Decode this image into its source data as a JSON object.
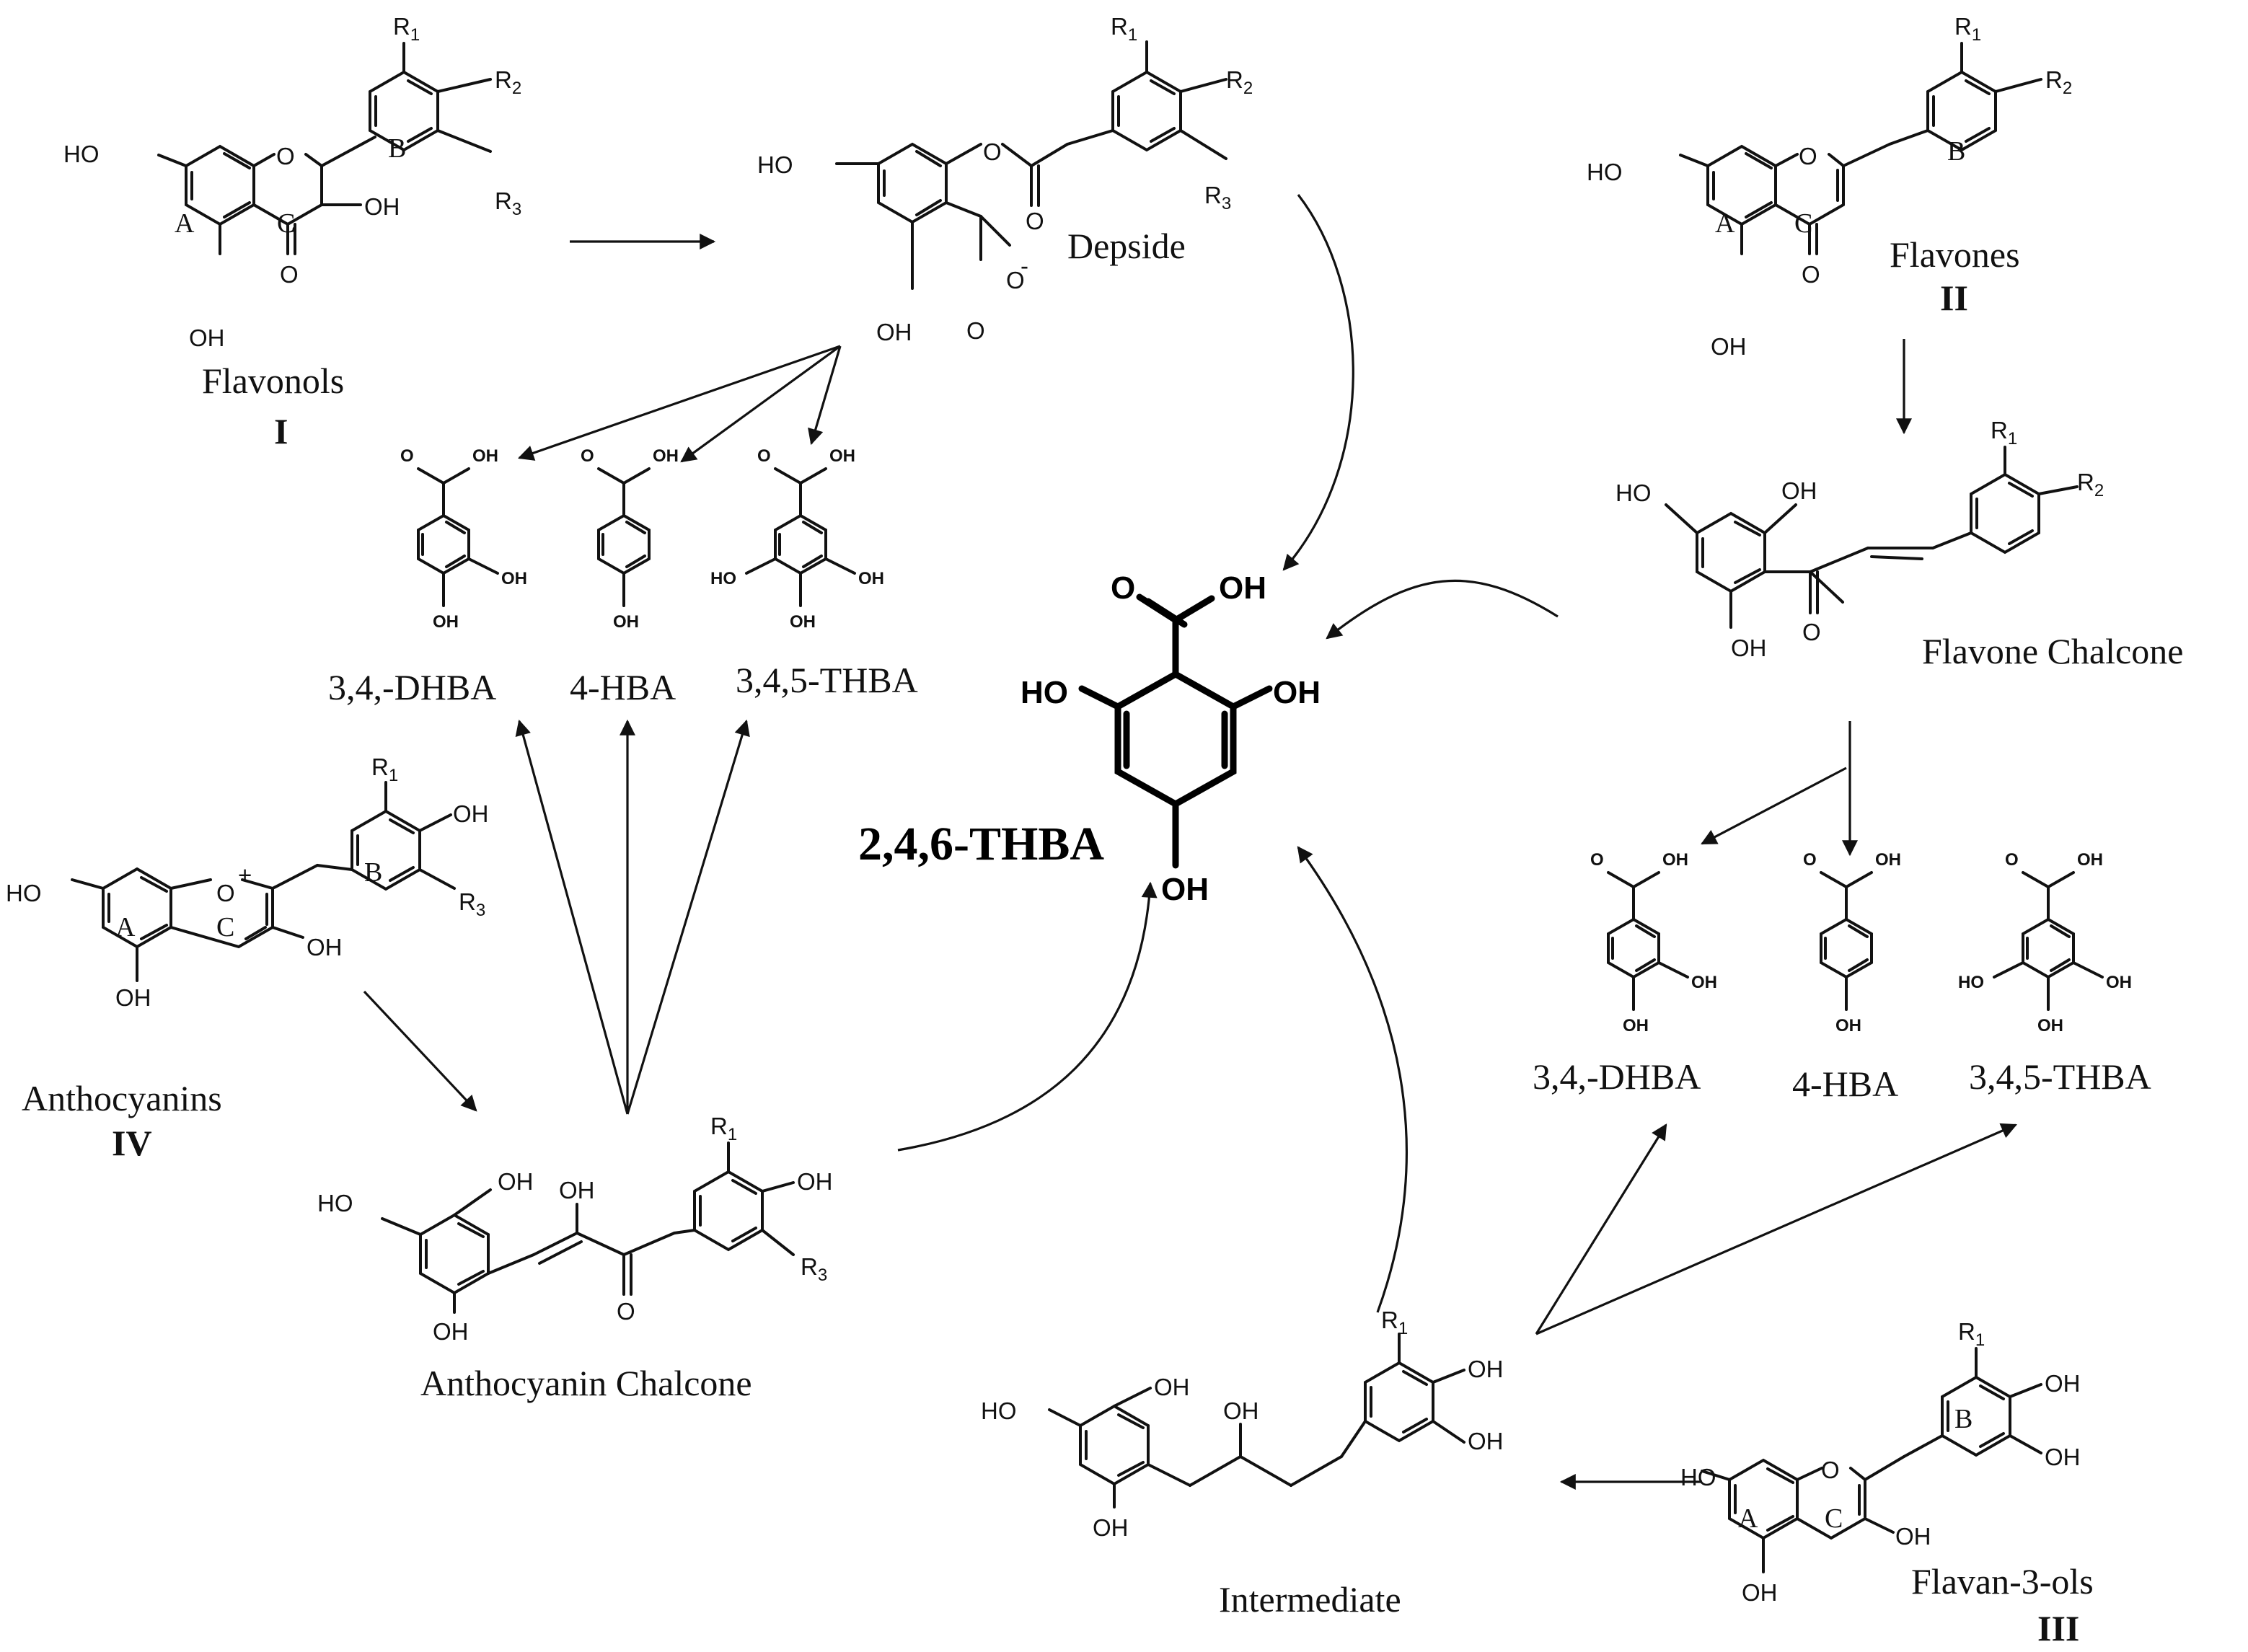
{
  "compounds": {
    "flavonols": {
      "name": "Flavonols",
      "roman": "I"
    },
    "flavones": {
      "name": "Flavones",
      "roman": "II"
    },
    "flavan3ols": {
      "name": "Flavan-3-ols",
      "roman": "III"
    },
    "anthocyanins": {
      "name": "Anthocyanins",
      "roman": "IV"
    },
    "depside": {
      "name": "Depside"
    },
    "flavone_chalcone": {
      "name": "Flavone Chalcone"
    },
    "anthocyanin_chalcone": {
      "name": "Anthocyanin Chalcone"
    },
    "intermediate": {
      "name": "Intermediate"
    },
    "product": {
      "name": "2,4,6-THBA"
    }
  },
  "acids": {
    "dhba": "3,4,-DHBA",
    "hba": "4-HBA",
    "thba": "3,4,5-THBA"
  },
  "atoms": {
    "ho": "HO",
    "oh": "OH",
    "o": "O",
    "o_plus": "+",
    "o_minus": "-",
    "r": "R",
    "r1_sub": "1",
    "r2_sub": "2",
    "r3_sub": "3"
  },
  "rings": {
    "a": "A",
    "b": "B",
    "c": "C"
  }
}
